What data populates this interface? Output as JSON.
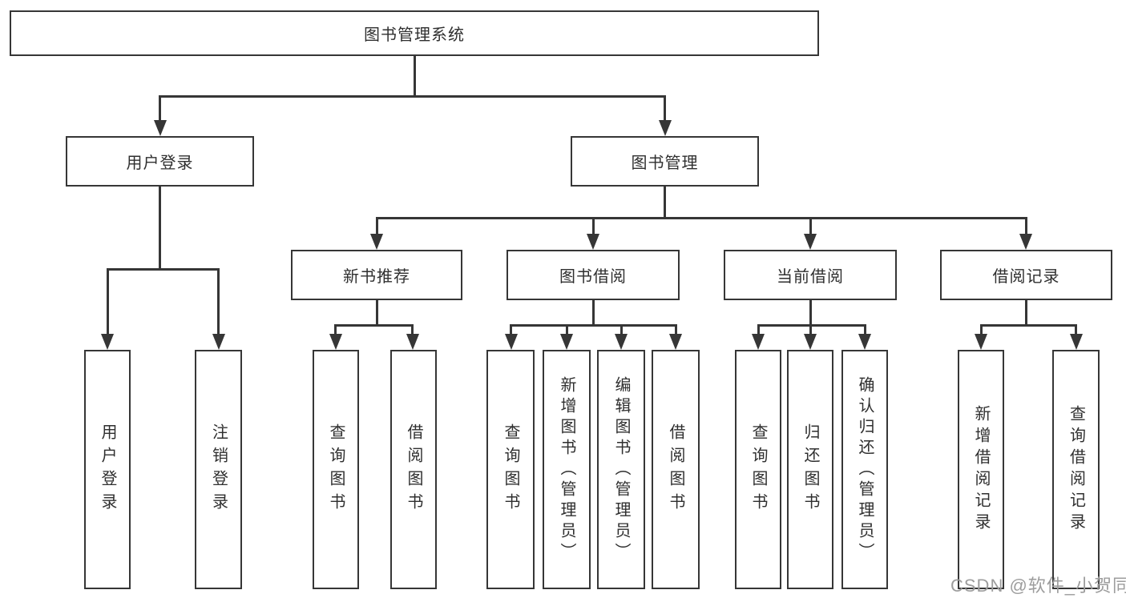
{
  "diagram": {
    "type": "hierarchy-tree",
    "colors": {
      "line": "#363636",
      "border": "#363636",
      "text": "#2f2f2f",
      "background": "#ffffff",
      "watermark": "#9d9d9d"
    },
    "tree": {
      "root": {
        "label": "图书管理系统",
        "children": [
          {
            "label": "用户登录",
            "children": [
              {
                "label": "用户登录"
              },
              {
                "label": "注销登录"
              }
            ]
          },
          {
            "label": "图书管理",
            "children": [
              {
                "label": "新书推荐",
                "children": [
                  {
                    "label": "查询图书"
                  },
                  {
                    "label": "借阅图书"
                  }
                ]
              },
              {
                "label": "图书借阅",
                "children": [
                  {
                    "label": "查询图书"
                  },
                  {
                    "label": "新增图书（管理员）"
                  },
                  {
                    "label": "编辑图书（管理员）"
                  },
                  {
                    "label": "借阅图书"
                  }
                ]
              },
              {
                "label": "当前借阅",
                "children": [
                  {
                    "label": "查询图书"
                  },
                  {
                    "label": "归还图书"
                  },
                  {
                    "label": "确认归还（管理员）"
                  }
                ]
              },
              {
                "label": "借阅记录",
                "children": [
                  {
                    "label": "新增借阅记录"
                  },
                  {
                    "label": "查询借阅记录"
                  }
                ]
              }
            ]
          }
        ]
      }
    },
    "watermark": {
      "text": "CSDN @软件_小贺同学"
    }
  }
}
